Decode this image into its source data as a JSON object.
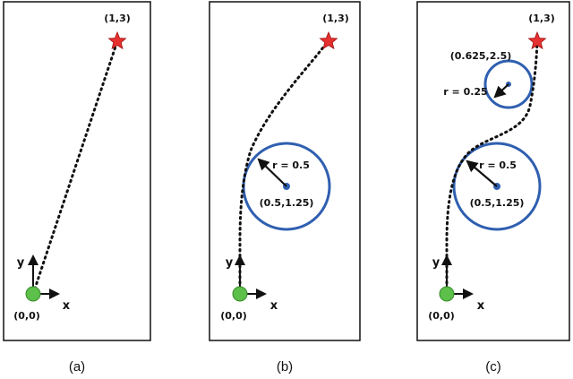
{
  "panels": [
    {
      "caption": "(a)",
      "start_label": "(0,0)",
      "goal_label": "(1,3)",
      "x_axis_label": "x",
      "y_axis_label": "y",
      "obstacles": []
    },
    {
      "caption": "(b)",
      "start_label": "(0,0)",
      "goal_label": "(1,3)",
      "x_axis_label": "x",
      "y_axis_label": "y",
      "obstacles": [
        {
          "center_label": "(0.5,1.25)",
          "radius_label": "r = 0.5"
        }
      ]
    },
    {
      "caption": "(c)",
      "start_label": "(0,0)",
      "goal_label": "(1,3)",
      "x_axis_label": "x",
      "y_axis_label": "y",
      "obstacles": [
        {
          "center_label": "(0.5,1.25)",
          "radius_label": "r = 0.5"
        },
        {
          "center_label": "(0.625,2.5)",
          "radius_label": "r = 0.25"
        }
      ]
    }
  ],
  "colors": {
    "obstacle": "#2f5fb0",
    "start": "#5cc04a",
    "goal": "#e53030",
    "path": "#111111",
    "frame": "#111111"
  },
  "icons": {
    "start": "green-circle-icon",
    "goal": "red-star-icon"
  }
}
